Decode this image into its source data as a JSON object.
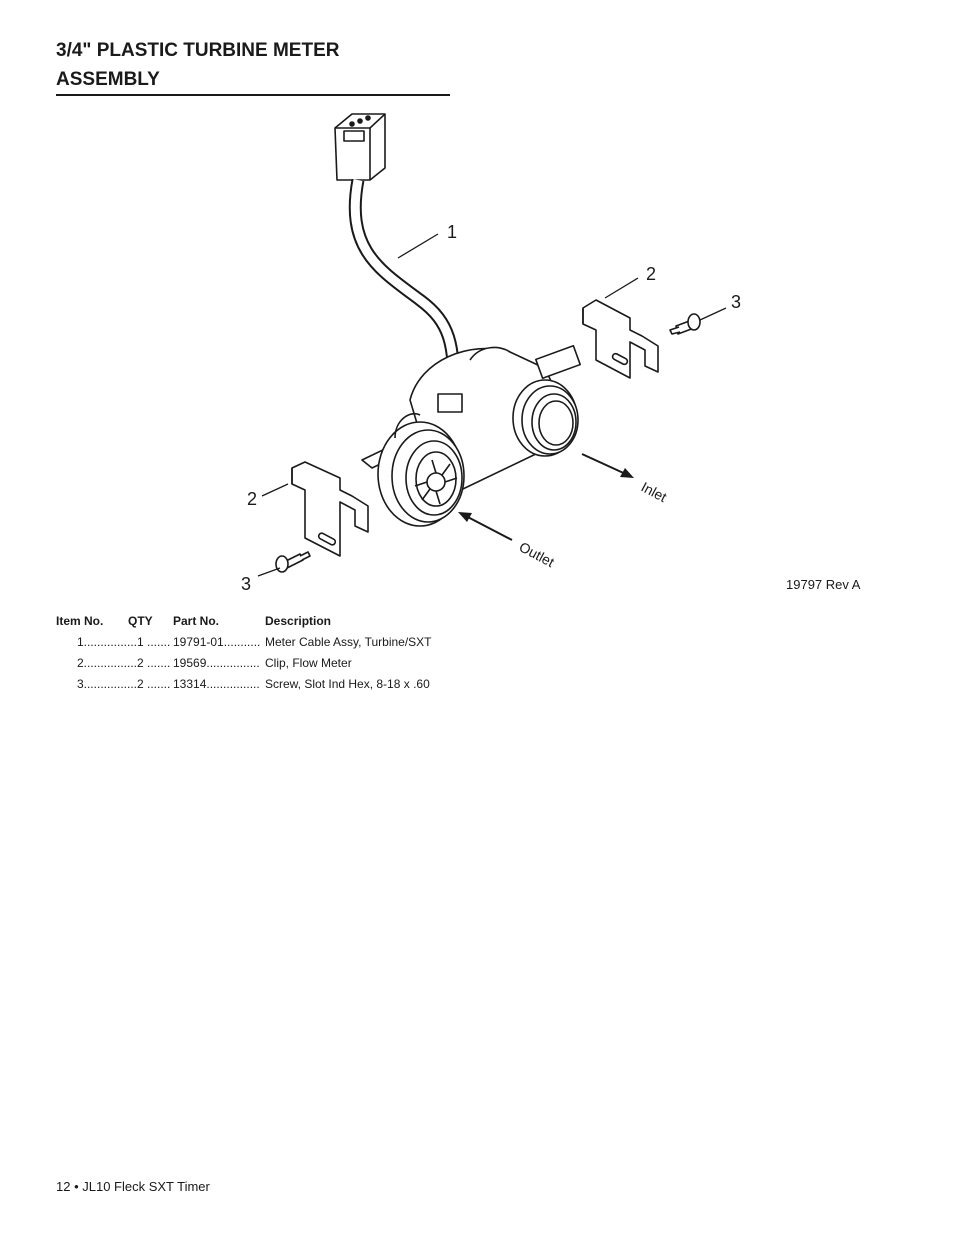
{
  "heading": {
    "line1": "3/4\" PLASTIC TURBINE METER",
    "line2": "ASSEMBLY"
  },
  "diagram": {
    "callouts": {
      "cable": "1",
      "clip_right": "2",
      "screw_right": "3",
      "clip_left": "2",
      "screw_left": "3"
    },
    "flow_inlet": "Inlet",
    "flow_outlet": "Outlet",
    "drawing_number": "19797 Rev A"
  },
  "parts_list": {
    "headers": {
      "item": "Item No.",
      "qty": "QTY",
      "part": "Part No.",
      "description": "Description"
    },
    "rows": [
      {
        "item": "1................",
        "qty": "1 .......",
        "part": "19791-01...........",
        "description": "Meter Cable Assy, Turbine/SXT"
      },
      {
        "item": "2................",
        "qty": "2 .......",
        "part": "19569................",
        "description": "Clip, Flow Meter"
      },
      {
        "item": "3................",
        "qty": "2 .......",
        "part": "13314................",
        "description": "Screw, Slot Ind Hex, 8-18 x .60"
      }
    ]
  },
  "footer": {
    "text": "12 • JL10 Fleck SXT Timer"
  }
}
